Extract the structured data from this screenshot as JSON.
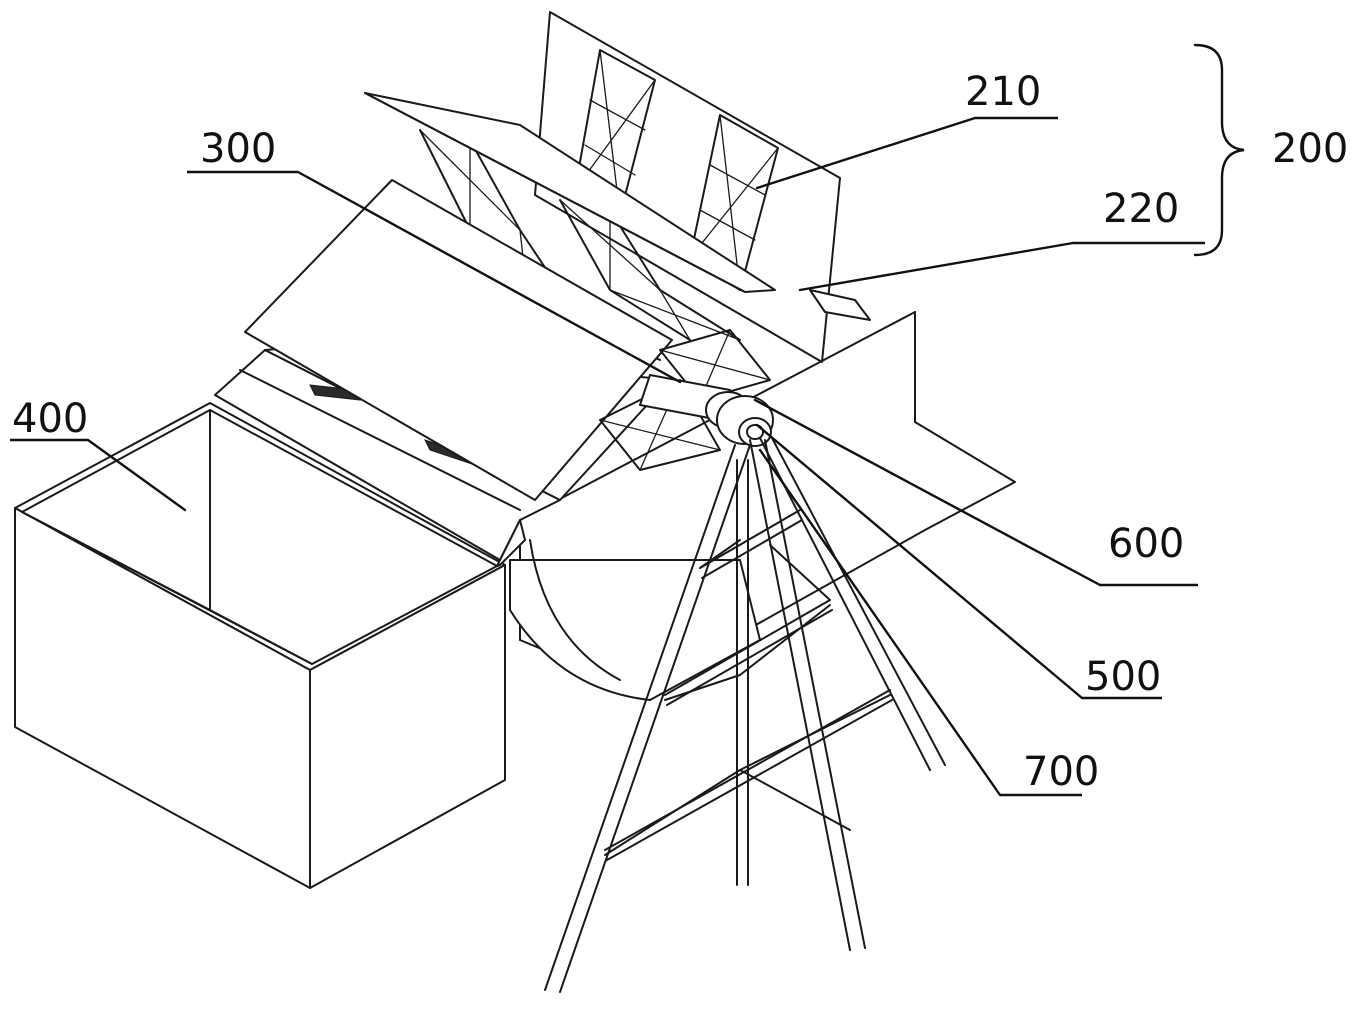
{
  "figure": {
    "labels": {
      "l210": "210",
      "l200": "200",
      "l220": "220",
      "l300": "300",
      "l400": "400",
      "l600": "600",
      "l500": "500",
      "l700": "700"
    }
  }
}
